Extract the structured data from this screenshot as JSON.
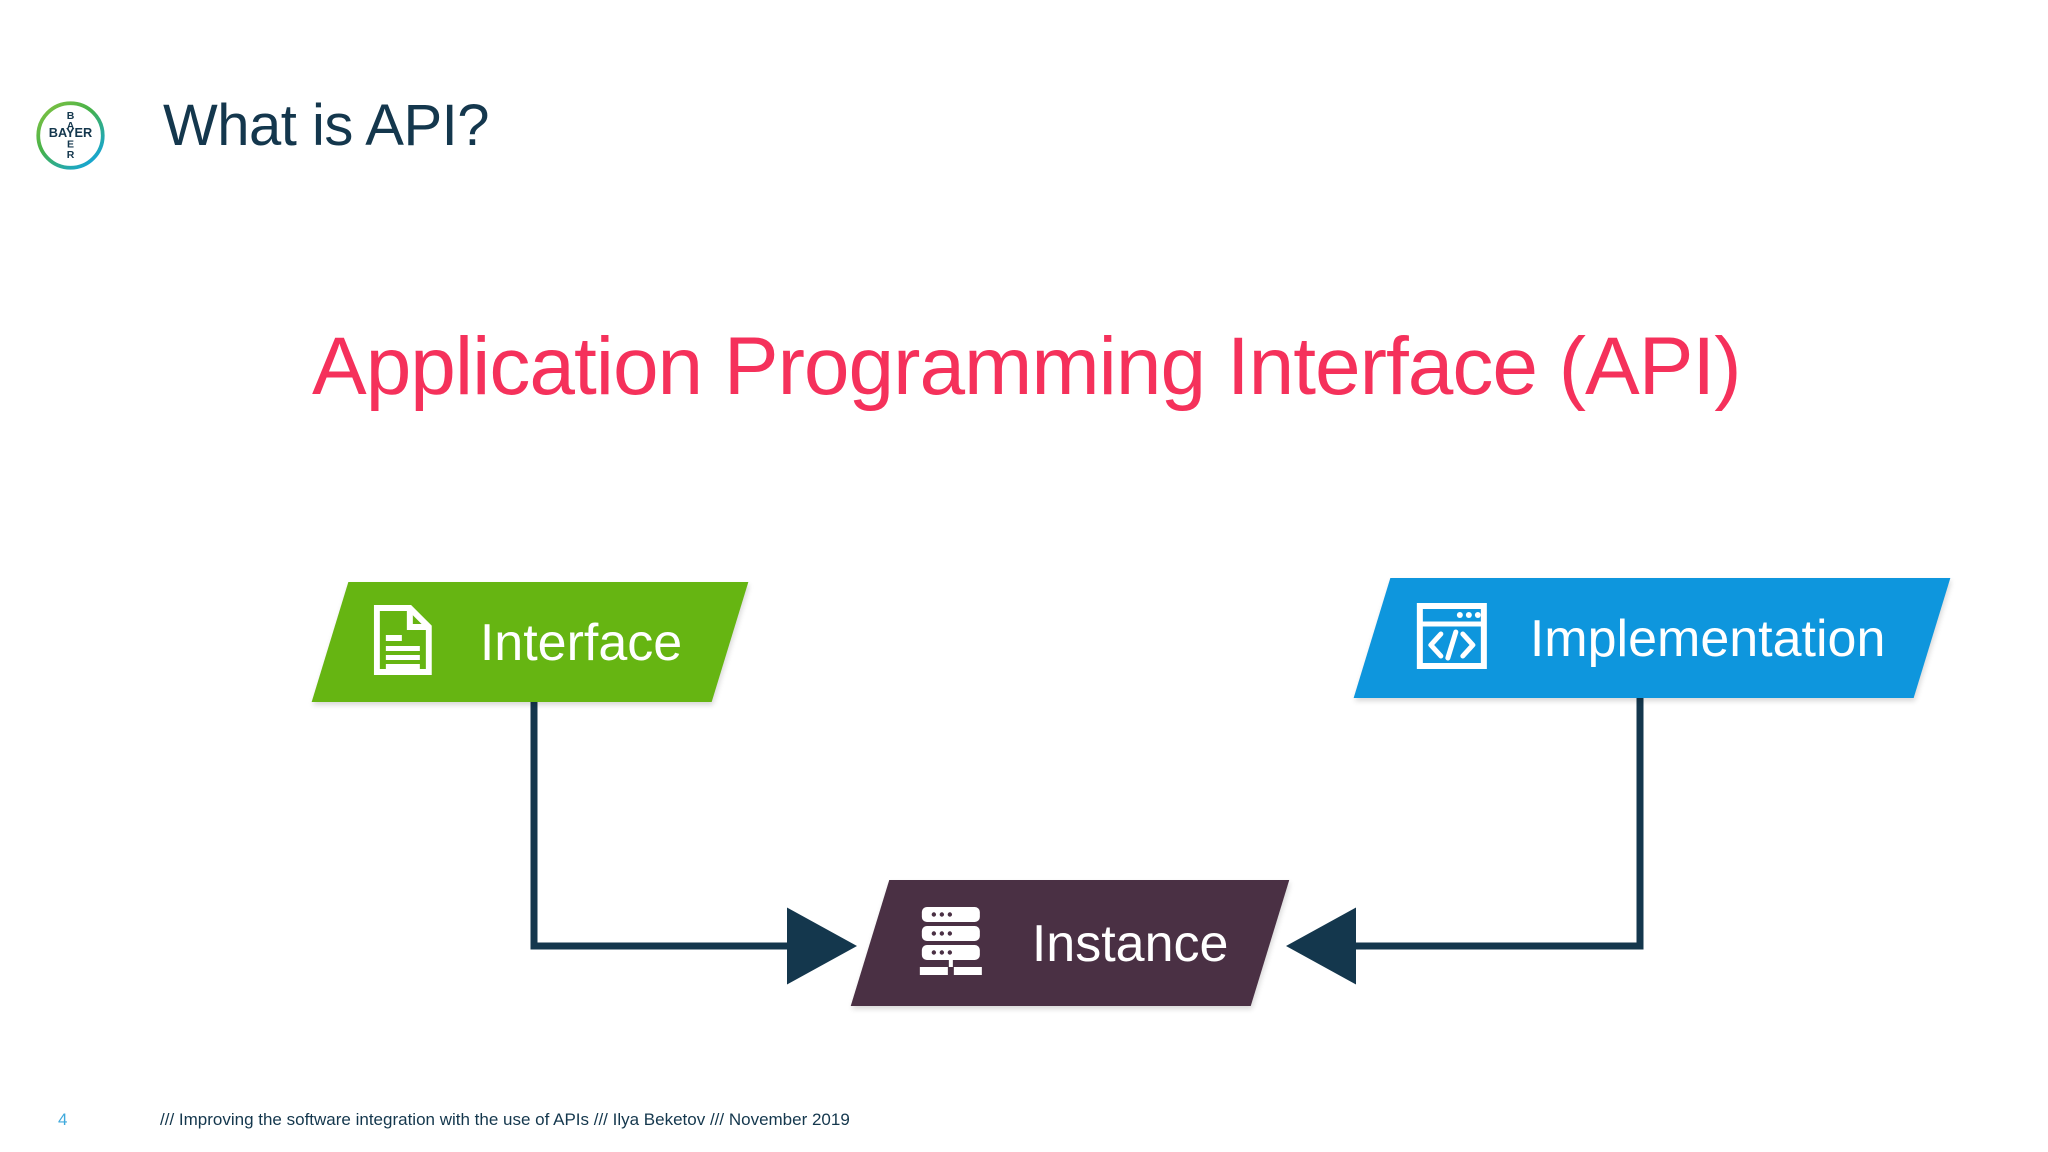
{
  "slide": {
    "title": "What is API?",
    "heading": "Application Programming Interface (API)",
    "brand": "BAYER",
    "background": "#FFFFFF"
  },
  "colors": {
    "title_navy": "#14374D",
    "heading_pink": "#F5315B",
    "interface_green": "#66B512",
    "implementation_blue": "#0E96DD",
    "instance_purple": "#4A3044",
    "connector_navy": "#14374D",
    "page_number_blue": "#3FA9DC"
  },
  "diagram": {
    "type": "flow",
    "nodes": [
      {
        "id": "interface",
        "label": "Interface",
        "icon": "document-icon",
        "color": "#66B512"
      },
      {
        "id": "implementation",
        "label": "Implementation",
        "icon": "code-window-icon",
        "color": "#0E96DD"
      },
      {
        "id": "instance",
        "label": "Instance",
        "icon": "server-stack-icon",
        "color": "#4A3044"
      }
    ],
    "edges": [
      {
        "from": "interface",
        "to": "instance",
        "style": "elbow-arrow"
      },
      {
        "from": "implementation",
        "to": "instance",
        "style": "elbow-arrow"
      }
    ]
  },
  "footer": {
    "page_number": "4",
    "text": "/// Improving the software integration with the use of APIs /// Ilya Beketov /// November 2019"
  }
}
